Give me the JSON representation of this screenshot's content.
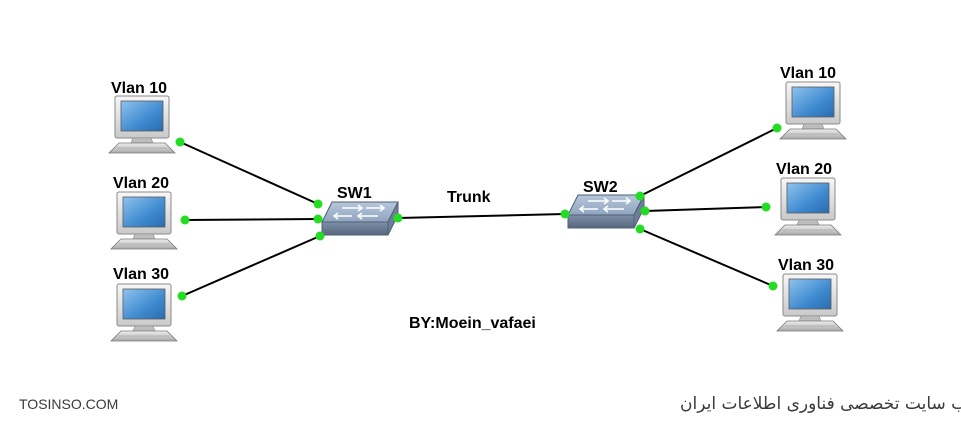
{
  "diagram": {
    "left_hosts": [
      {
        "label": "Vlan 10"
      },
      {
        "label": "Vlan 20"
      },
      {
        "label": "Vlan 30"
      }
    ],
    "right_hosts": [
      {
        "label": "Vlan 10"
      },
      {
        "label": "Vlan 20"
      },
      {
        "label": "Vlan 30"
      }
    ],
    "switches": [
      {
        "label": "SW1"
      },
      {
        "label": "SW2"
      }
    ],
    "link_label": "Trunk",
    "author_label": "BY:Moein_vafaei",
    "link_status_color": "#22dd22",
    "link_color": "#000000"
  },
  "watermark": {
    "left": "TOSINSO.COM",
    "right": "ITPro.ir - وب سایت تخصصی فناوری اطلاعات ایران"
  }
}
